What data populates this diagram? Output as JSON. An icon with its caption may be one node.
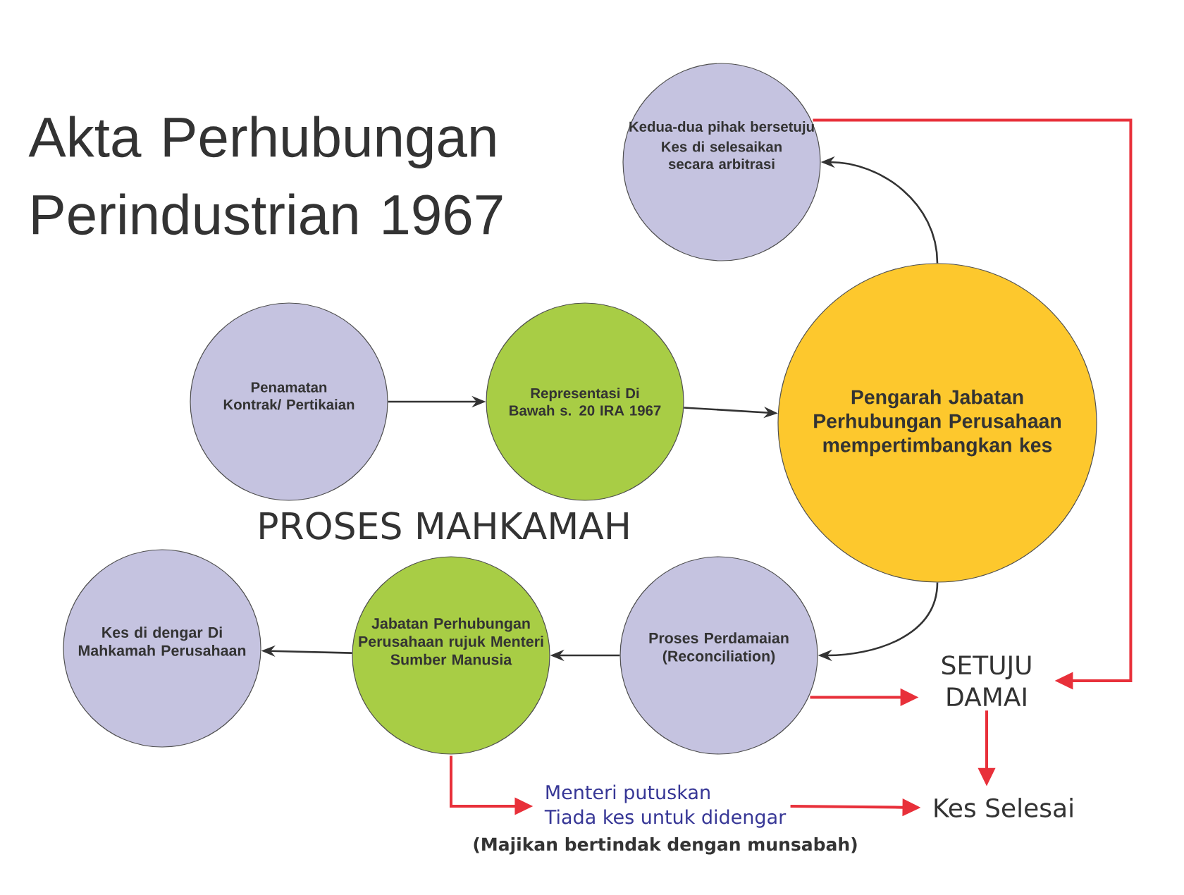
{
  "diagram": {
    "title": "Akta Perhubungan Perindustrian 1967",
    "nodes": [
      {
        "text": [
          "Kedua-dua pihak bersetuju",
          "Kes di selesaikan secara arbitrasi"
        ]
      },
      {
        "text": [
          "Penamatan Kontrak/ Pertikaian"
        ]
      },
      {
        "text": [
          "Representasi Di Bawah s. 20 IRA 1967"
        ]
      },
      {
        "text": [
          "Pengarah Jabatan Perhubungan Perusahaan mempertimbangkan kes"
        ]
      },
      {
        "text": [
          "Kes di dengar Di Mahkamah Perusahaan"
        ]
      },
      {
        "text": [
          "Jabatan Perhubungan Perusahaan rujuk Menteri Sumber Manusia"
        ]
      },
      {
        "text": [
          "Proses Perdamaian (Reconciliation)"
        ]
      },
      {
        "text": [
          "SETUJU DAMAI"
        ]
      },
      {
        "text": [
          "Menteri putuskan",
          "Tiada kes untuk didengar"
        ],
        "beside": [
          "(Majikan bertindak dengan munsabah)"
        ]
      },
      {
        "text": [
          "Kes Selesai"
        ]
      }
    ],
    "edges": [
      {
        "from": 1,
        "to": 2,
        "arrow": "to"
      },
      {
        "from": 2,
        "to": 3,
        "arrow": "to"
      },
      {
        "from": 3,
        "to": 0,
        "arrow": "to"
      },
      {
        "from": 3,
        "to": 6,
        "arrow": "to"
      },
      {
        "from": 6,
        "to": 5,
        "arrow": "to"
      },
      {
        "from": 5,
        "to": 4,
        "arrow": "to"
      },
      {
        "from": 6,
        "to": 7,
        "arrow": "to",
        "color": "#e8303a"
      },
      {
        "from": 0,
        "to": 7,
        "arrow": "to",
        "color": "#e8303a"
      },
      {
        "from": 7,
        "to": 9,
        "arrow": "to",
        "color": "#e8303a"
      },
      {
        "from": 5,
        "to": 8,
        "arrow": "to",
        "color": "#e8303a"
      },
      {
        "from": 8,
        "to": 9,
        "arrow": "to",
        "color": "#e8303a"
      }
    ],
    "labels": [
      "PROSES MAHKAMAH"
    ]
  }
}
